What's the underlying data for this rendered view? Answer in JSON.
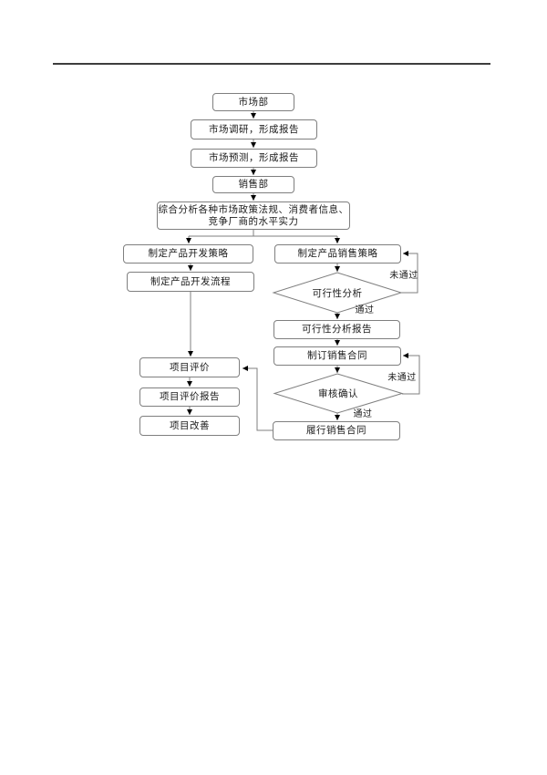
{
  "page": {
    "background": "#ffffff",
    "divider_color": "#3d3d3d"
  },
  "flowchart": {
    "colors": {
      "box_border": "#7f7f7f",
      "line": "#7f7f7f",
      "arrow": "#000000",
      "text": "#1a1a1a"
    },
    "nodes": {
      "marketing_dept": "市场部",
      "market_research": "市场调研，形成报告",
      "market_forecast": "市场预测，形成报告",
      "sales_dept": "销售部",
      "comprehensive_analysis": "综合分析各种市场政策法规、消费者信息、\n竞争厂商的水平实力",
      "product_dev_strategy": "制定产品开发策略",
      "product_dev_process": "制定产品开发流程",
      "product_sales_strategy": "制定产品销售策略",
      "feasibility_analysis": "可行性分析",
      "feasibility_report": "可行性分析报告",
      "draft_sales_contract": "制订销售合同",
      "review_confirm": "审核确认",
      "fulfill_sales_contract": "履行销售合同",
      "project_evaluation": "项目评价",
      "project_evaluation_report": "项目评价报告",
      "project_improvement": "项目改善"
    },
    "edge_labels": {
      "feasibility_fail": "未通过",
      "feasibility_pass": "通过",
      "review_fail": "未通过",
      "review_pass": "通过"
    }
  }
}
